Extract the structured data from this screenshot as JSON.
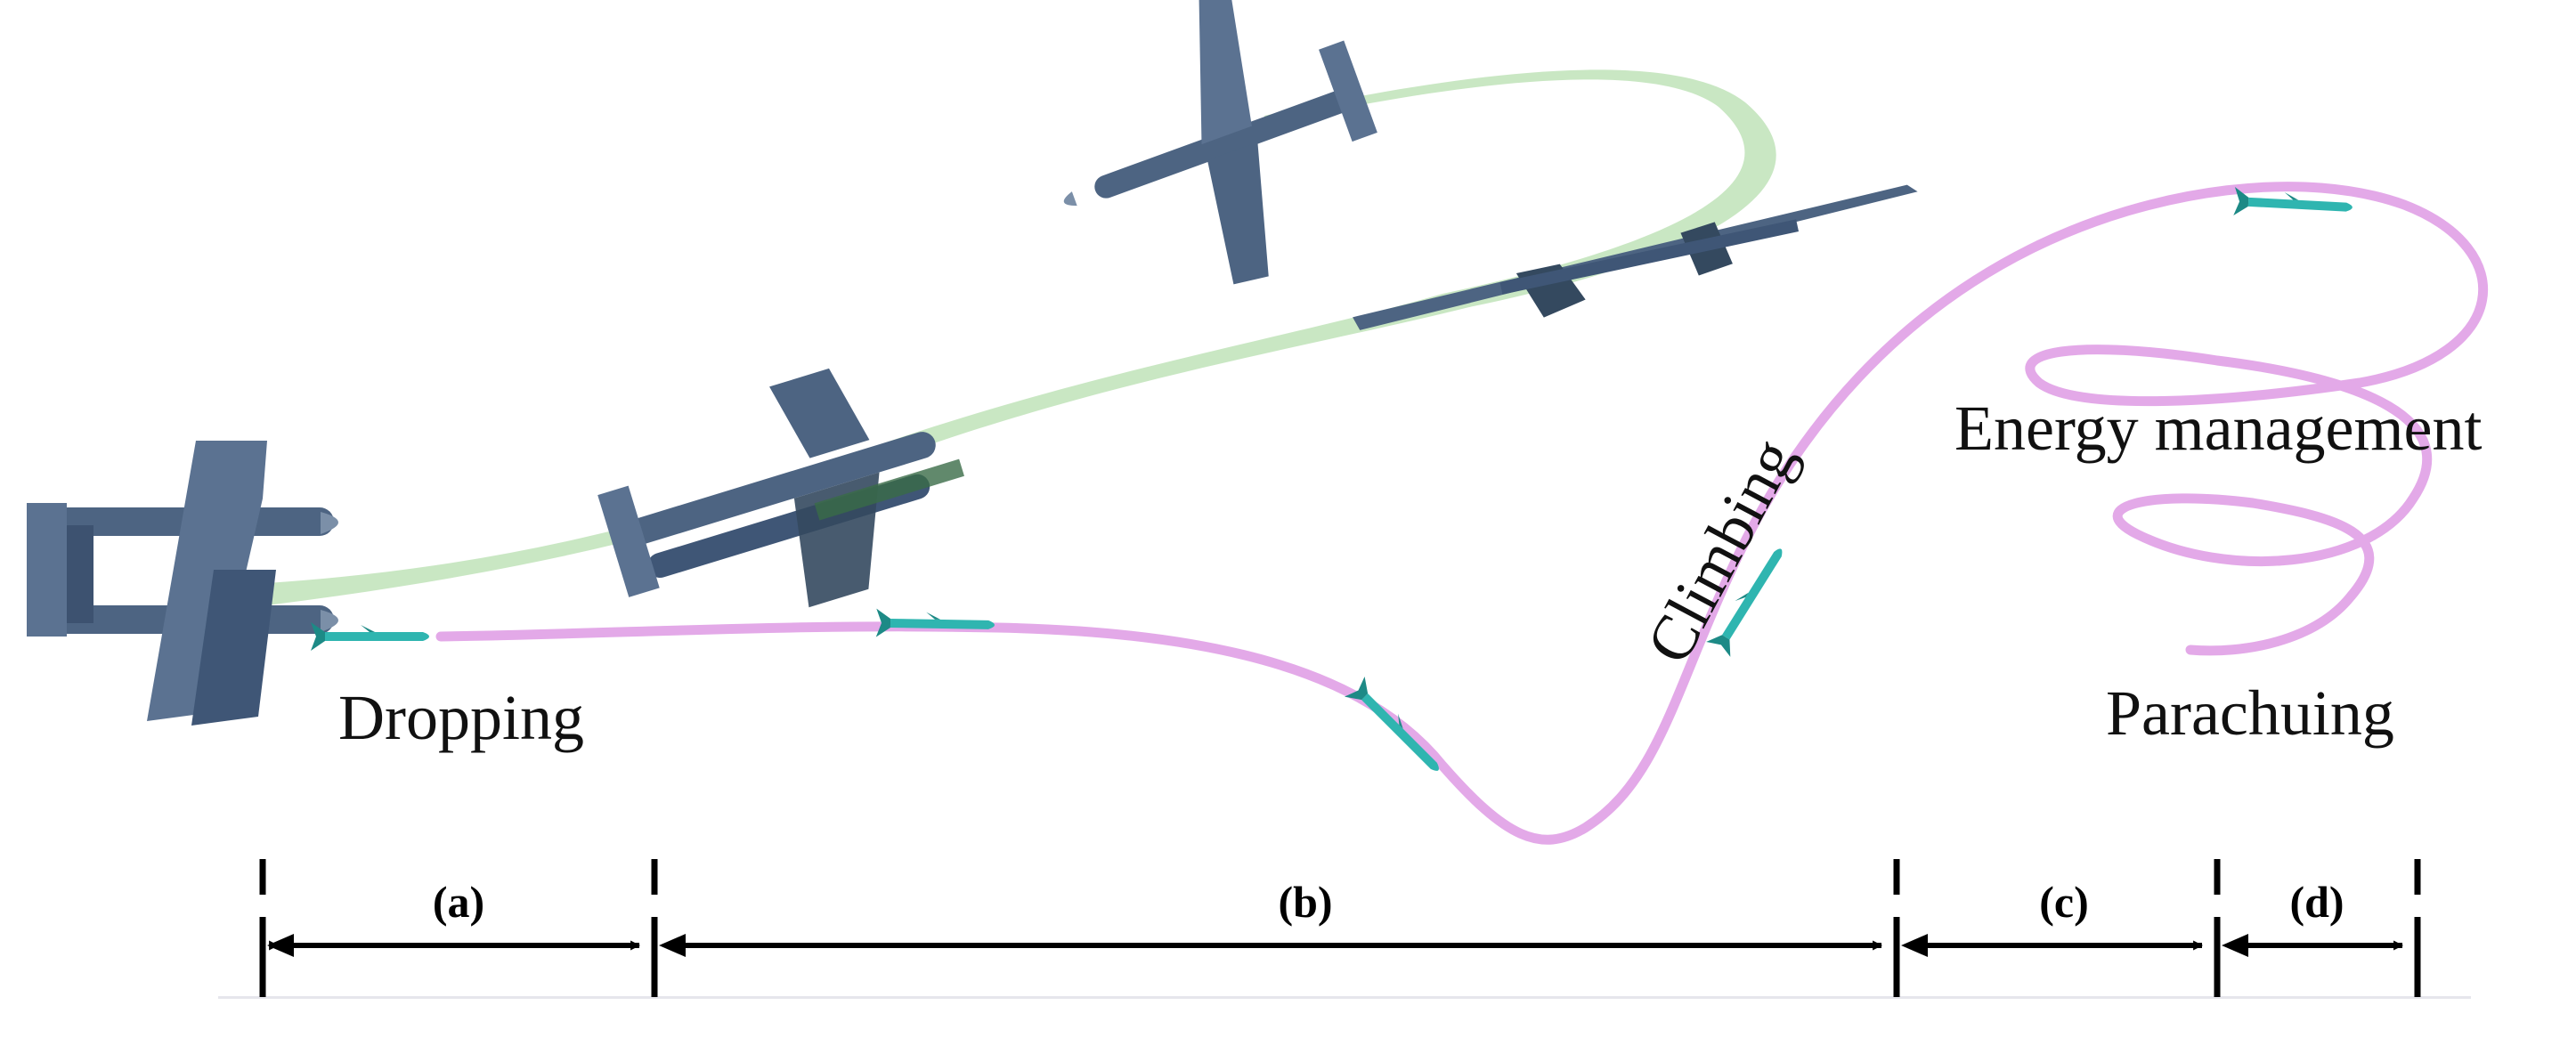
{
  "phases": {
    "dropping": "Dropping",
    "climbing": "Climbing",
    "energy_management": "Energy management",
    "parachuting": "Parachuing"
  },
  "segments": [
    {
      "label": "(a)"
    },
    {
      "label": "(b)"
    },
    {
      "label": "(c)"
    },
    {
      "label": "(d)"
    }
  ],
  "colors": {
    "trajectory": "#e3a9e8",
    "carrier_wake": "#bfe3b8",
    "aircraft": "#4d6482",
    "missile": "#2fb5b0",
    "arrows": "#000000"
  },
  "icons": [
    "carrier-aircraft-icon",
    "missile-icon"
  ]
}
